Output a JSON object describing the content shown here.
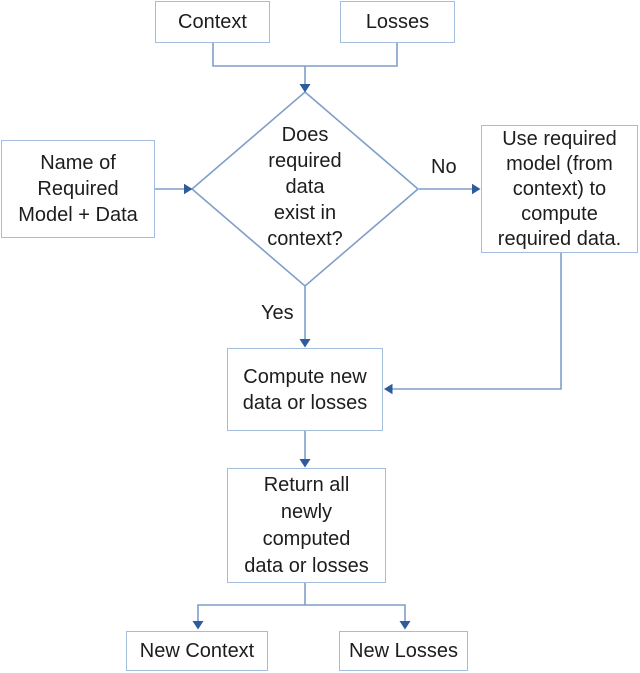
{
  "colors": {
    "line": "#7f9fc8",
    "arrow": "#2e5a9e",
    "border": "#a3bedd",
    "text": "#1d1d1d",
    "bg": "#ffffff"
  },
  "nodes": {
    "context": {
      "label": "Context"
    },
    "losses": {
      "label": "Losses"
    },
    "name_model_data": {
      "label": "Name of\nRequired\nModel + Data"
    },
    "decision": {
      "label": "Does\nrequired\ndata\nexist in\ncontext?"
    },
    "use_model": {
      "label": "Use required\nmodel (from\ncontext) to\ncompute\nrequired data."
    },
    "compute": {
      "label": "Compute new\ndata or losses"
    },
    "return_all": {
      "label": "Return all\nnewly\ncomputed\ndata or losses"
    },
    "new_context": {
      "label": "New Context"
    },
    "new_losses": {
      "label": "New Losses"
    }
  },
  "edge_labels": {
    "yes": "Yes",
    "no": "No"
  }
}
